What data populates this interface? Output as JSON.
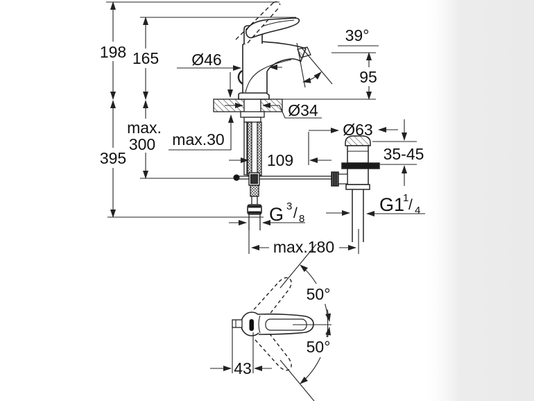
{
  "colors": {
    "background": "#ffffff",
    "line": "#222222",
    "text": "#111111",
    "edge_shade": "#ececec"
  },
  "side_view": {
    "height_overall": "198",
    "height_to_handle": "165",
    "spout_angle": "39°",
    "spout_height": "95",
    "body_diameter": "Ø46",
    "hole_diameter": "Ø34",
    "deck_max_thickness": "max.30",
    "rod_max_line1": "max.",
    "rod_max_line2": "300",
    "below_deck_depth": "395",
    "rod_horizontal_offset": "109",
    "waste_flange_diameter": "Ø63",
    "waste_clamp_range": "35-45",
    "supply_thread": {
      "main": "G",
      "sup": "3",
      "slash": "/",
      "sub": "8"
    },
    "waste_thread": {
      "main": "G1",
      "sup": "1",
      "slash": "/",
      "sub": "4"
    },
    "rod_max_reach": "max.180"
  },
  "top_view": {
    "swing_upper": "50°",
    "swing_lower": "50°",
    "handle_length": "43"
  }
}
